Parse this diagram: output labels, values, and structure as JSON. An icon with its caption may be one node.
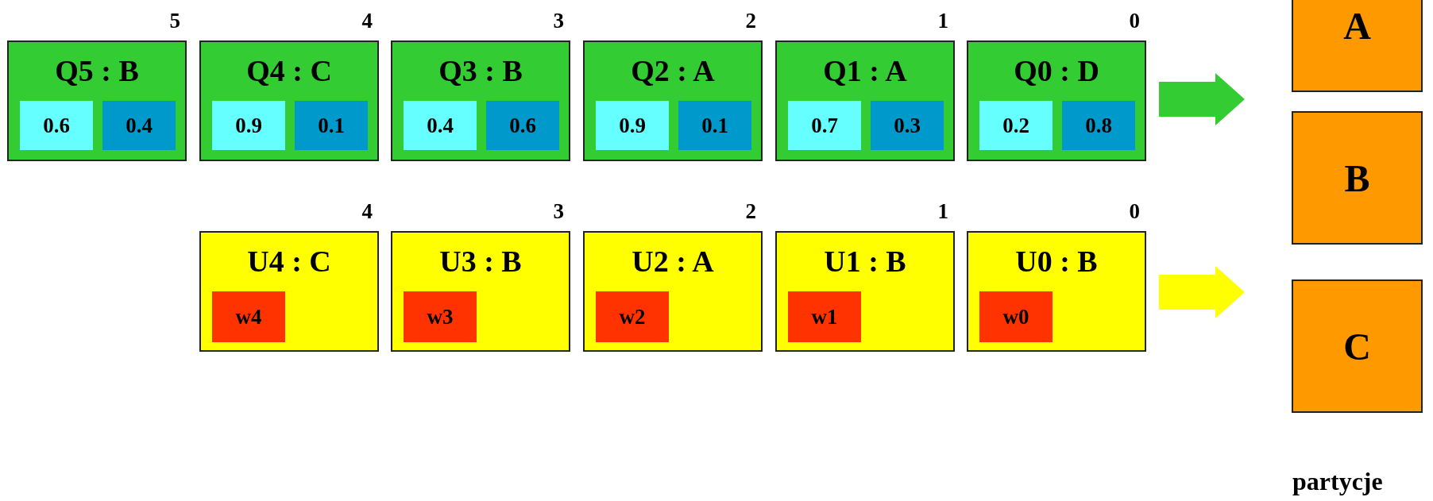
{
  "diagram": {
    "nodes": [
      {
        "text": [
          "Q5 : B"
        ],
        "beside": [
          "5"
        ]
      },
      {
        "text": [
          "0.6"
        ],
        "in": 0
      },
      {
        "text": [
          "0.4"
        ],
        "in": 0
      },
      {
        "text": [
          "Q4 : C"
        ],
        "beside": [
          "4"
        ]
      },
      {
        "text": [
          "0.9"
        ],
        "in": 3
      },
      {
        "text": [
          "0.1"
        ],
        "in": 3
      },
      {
        "text": [
          "Q3 : B"
        ],
        "beside": [
          "3"
        ]
      },
      {
        "text": [
          "0.4"
        ],
        "in": 6
      },
      {
        "text": [
          "0.6"
        ],
        "in": 6
      },
      {
        "text": [
          "Q2 : A"
        ],
        "beside": [
          "2"
        ]
      },
      {
        "text": [
          "0.9"
        ],
        "in": 9
      },
      {
        "text": [
          "0.1"
        ],
        "in": 9
      },
      {
        "text": [
          "Q1 : A"
        ],
        "beside": [
          "1"
        ]
      },
      {
        "text": [
          "0.7"
        ],
        "in": 12
      },
      {
        "text": [
          "0.3"
        ],
        "in": 12
      },
      {
        "text": [
          "Q0 : D"
        ],
        "beside": [
          "0"
        ]
      },
      {
        "text": [
          "0.2"
        ],
        "in": 15
      },
      {
        "text": [
          "0.8"
        ],
        "in": 15
      },
      {
        "text": [
          "U4 : C"
        ],
        "beside": [
          "4"
        ]
      },
      {
        "text": [
          "w4"
        ],
        "in": 18
      },
      {
        "text": [
          "U3 : B"
        ],
        "beside": [
          "3"
        ]
      },
      {
        "text": [
          "w3"
        ],
        "in": 20
      },
      {
        "text": [
          "U2 : A"
        ],
        "beside": [
          "2"
        ]
      },
      {
        "text": [
          "w2"
        ],
        "in": 22
      },
      {
        "text": [
          "U1 : B"
        ],
        "beside": [
          "1"
        ]
      },
      {
        "text": [
          "w1"
        ],
        "in": 24
      },
      {
        "text": [
          "U0 : B"
        ],
        "beside": [
          "0"
        ]
      },
      {
        "text": [
          "w0"
        ],
        "in": 26
      },
      {
        "text": [
          "A"
        ]
      },
      {
        "text": [
          "B"
        ]
      },
      {
        "text": [
          "C"
        ]
      }
    ],
    "edges": [
      {
        "from": 15,
        "to": null,
        "arrow": "to",
        "color": "#33cc33"
      },
      {
        "from": 26,
        "to": null,
        "arrow": "to",
        "color": "#ffff00"
      }
    ],
    "labels": [
      "partycje"
    ]
  }
}
